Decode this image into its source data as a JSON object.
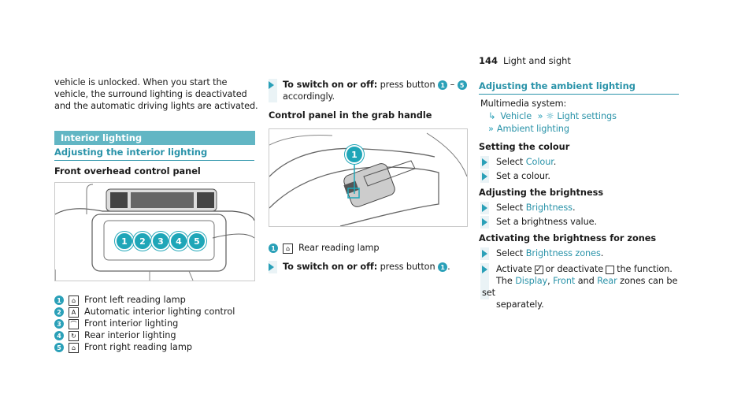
{
  "header": {
    "page_number": "144",
    "section": "Light and sight"
  },
  "col1": {
    "intro": "vehicle is unlocked. When you start the vehicle, the surround lighting is deactivated and the automatic driving lights are activated.",
    "bar_title": "Interior lighting",
    "subheading": "Adjusting the interior lighting",
    "panel_title": "Front overhead control panel",
    "legend": [
      {
        "num": "1",
        "icon": "reading-lamp-icon",
        "text": "Front left reading lamp"
      },
      {
        "num": "2",
        "icon": "auto-lighting-icon",
        "text": "Automatic interior lighting control"
      },
      {
        "num": "3",
        "icon": "front-interior-lighting-icon",
        "text": "Front interior lighting"
      },
      {
        "num": "4",
        "icon": "rear-interior-lighting-icon",
        "text": "Rear interior lighting"
      },
      {
        "num": "5",
        "icon": "reading-lamp-icon",
        "text": "Front right reading lamp"
      }
    ]
  },
  "col2": {
    "step1_bold": "To switch on or off:",
    "step1_rest": " press button",
    "step1_from": "1",
    "step1_dash": "–",
    "step1_to": "5",
    "step1_end": "accordingly.",
    "grab_title": "Control panel in the grab handle",
    "legend": {
      "num": "1",
      "icon": "reading-lamp-icon",
      "text": "Rear reading lamp"
    },
    "step2_bold": "To switch on or off:",
    "step2_rest": " press button",
    "step2_num": "1",
    "step2_end": "."
  },
  "col3": {
    "subheading": "Adjusting the ambient lighting",
    "multimedia": "Multimedia system:",
    "nav_vehicle": "Vehicle",
    "nav_light": "Light settings",
    "nav_ambient": "Ambient lighting",
    "set_colour_title": "Setting the colour",
    "select_colour_pre": "Select ",
    "select_colour_link": "Colour",
    "select_colour_post": ".",
    "set_a_colour": "Set a colour.",
    "brightness_title": "Adjusting the brightness",
    "select_brightness_pre": "Select ",
    "select_brightness_link": "Brightness",
    "select_brightness_post": ".",
    "set_brightness": "Set a brightness value.",
    "zones_title": "Activating the brightness for zones",
    "select_zones_pre": "Select ",
    "select_zones_link": "Brightness zones",
    "select_zones_post": ".",
    "activate_pre": "Activate",
    "activate_mid": "or deactivate",
    "activate_post": "the function.",
    "zones_the": "The ",
    "zones_display": "Display",
    "zones_comma": ", ",
    "zones_front": "Front",
    "zones_and": " and ",
    "zones_rear": "Rear",
    "zones_end1": " zones can be set",
    "zones_end2": "separately."
  },
  "colors": {
    "accent": "#2aa0b8",
    "bar": "#62b6c4",
    "step_bg": "#eaf3f6"
  }
}
